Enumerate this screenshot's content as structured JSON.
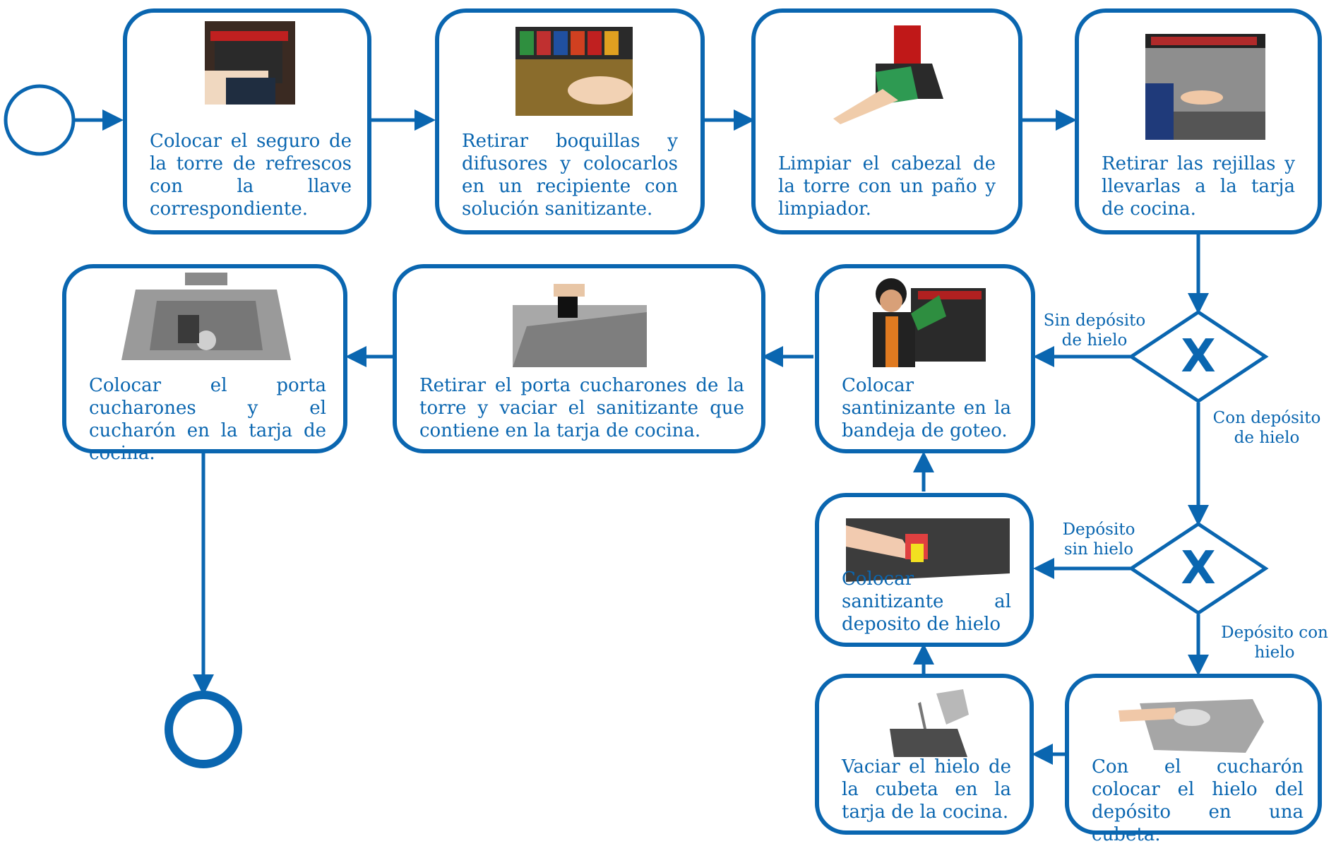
{
  "colors": {
    "accent": "#0a66b0"
  },
  "steps": [
    {
      "text": "Colocar el seguro de la torre de refrescos con la llave correspondiente.",
      "icon": "soda-tower-lock-photo"
    },
    {
      "text": "Retirar boquillas y difusores y colocarlos en un recipiente con solución sanitizante.",
      "icon": "nozzle-removal-photo"
    },
    {
      "text": "Limpiar el cabezal de la torre con un paño y limpiador.",
      "icon": "cloth-cleaning-photo"
    },
    {
      "text": "Retirar las rejillas y llevarlas a la tarja de cocina.",
      "icon": "grill-removal-photo"
    },
    {
      "text": "Colocar santinizante en la bandeja de goteo.",
      "icon": "drip-tray-sanitizer-photo"
    },
    {
      "text": "Retirar el porta cucharones de la torre y vaciar el sanitizante que contiene en la tarja de cocina.",
      "icon": "empty-scoop-holder-photo"
    },
    {
      "text": "Colocar el porta cucharones y el cucharón en la tarja de cocina.",
      "icon": "kitchen-sink-photo"
    },
    {
      "text": "Colocar sanitizante al deposito de hielo",
      "icon": "ice-bin-spray-photo"
    },
    {
      "text": "Vaciar el hielo de la cubeta en la tarja de la cocina.",
      "icon": "empty-bucket-photo"
    },
    {
      "text": "Con el cucharón colocar el hielo del depósito en una cubeta.",
      "icon": "ice-scoop-photo"
    }
  ],
  "gateways": [
    {
      "mark": "X"
    },
    {
      "mark": "X"
    }
  ],
  "labels": {
    "sin_deposito": "Sin depósito de hielo",
    "con_deposito": "Con depósito de hielo",
    "deposito_sin_hielo": "Depósito sin hielo",
    "deposito_con_hielo": "Depósito con hielo"
  }
}
